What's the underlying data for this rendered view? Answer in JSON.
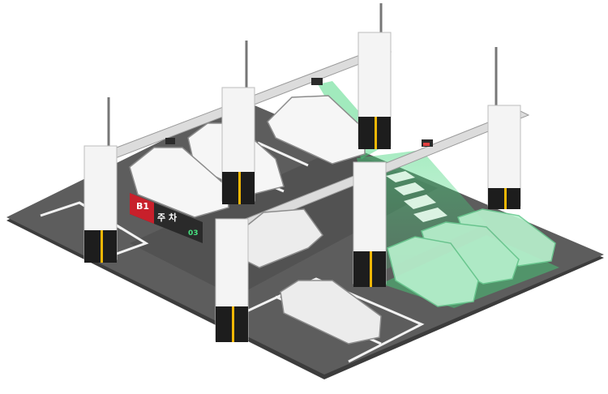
{
  "scene": {
    "kind": "isometric parking garage illustration",
    "colors": {
      "floor": "#5b5b5b",
      "floor_edge": "#3f3f3f",
      "pillar": "#f4f4f4",
      "pillar_shade": "#d6d6d6",
      "pillar_base": "#1d1d1d",
      "stripe_yellow": "#f2b705",
      "beam": "#e8e8e8",
      "sensor_green": "#41d67a",
      "sign_red": "#c8202b",
      "sign_dark": "#2a2a2a",
      "led_green": "#46e07f"
    }
  },
  "sign": {
    "floor_label": "B1",
    "text": "주 차",
    "counter": "03"
  },
  "icons": [
    "overhead-camera-sensor",
    "parking-guidance-sign"
  ]
}
